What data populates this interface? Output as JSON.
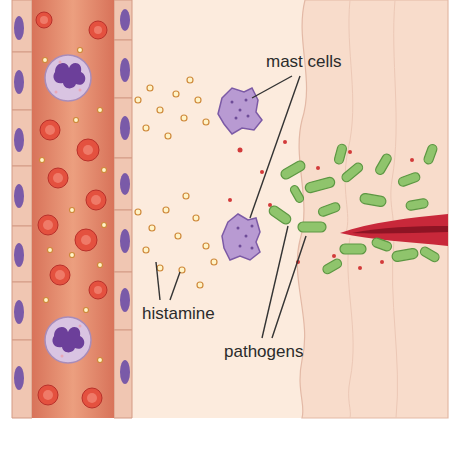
{
  "diagram": {
    "labels": [
      "mast cells",
      "histamine",
      "pathogens"
    ]
  }
}
